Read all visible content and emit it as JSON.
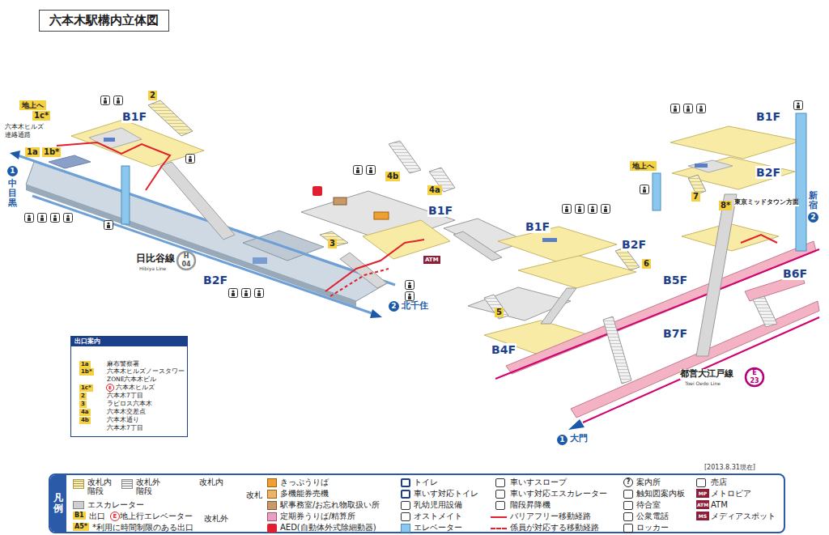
{
  "diagram": {
    "title": "六本木駅構内立体図",
    "nodes": [
      {
        "text": [
          "地上へ"
        ]
      },
      {
        "text": [
          "1c*"
        ]
      },
      {
        "text": [
          "1a"
        ]
      },
      {
        "text": [
          "1b*"
        ]
      },
      {
        "text": [
          "2"
        ]
      },
      {
        "text": [
          "4b"
        ]
      },
      {
        "text": [
          "4a"
        ]
      },
      {
        "text": [
          "3"
        ]
      },
      {
        "text": [
          "6"
        ]
      },
      {
        "text": [
          "5"
        ]
      },
      {
        "text": [
          "地上へ"
        ]
      },
      {
        "text": [
          "7"
        ]
      },
      {
        "text": [
          "8*"
        ]
      },
      {
        "text": [
          "出口案内"
        ]
      },
      {
        "text": [
          "1a"
        ],
        "in": 13
      },
      {
        "text": [
          "1b*"
        ],
        "in": 13
      },
      {
        "text": [
          "1c*"
        ],
        "in": 13
      },
      {
        "text": [
          "2"
        ],
        "in": 13
      },
      {
        "text": [
          "3"
        ],
        "in": 13
      },
      {
        "text": [
          "4a"
        ],
        "in": 13
      },
      {
        "text": [
          "4b"
        ],
        "in": 13
      },
      {
        "text": [
          "凡例"
        ]
      }
    ],
    "labels": [
      "六本木ヒルズ 連絡通路",
      "B1F",
      "1",
      "中目黒",
      "日比谷線",
      "Hibiya Line",
      "H",
      "04",
      "B2F",
      "B1F",
      "ATM",
      "2",
      "北千住",
      "B1F",
      "B2F",
      "B5F",
      "B4F",
      "B7F",
      "B1F",
      "B2F",
      "東京ミッドタウン方面",
      "新宿",
      "2",
      "B6F",
      "都営大江戸線",
      "Toei Oedo Line",
      "E",
      "23",
      "1",
      "大門",
      "[2013.8.31現在]",
      "麻布警察署",
      "六本木ヒルズノースタワー",
      "ZONE六本木ビル",
      "E",
      "六本木ヒルズ",
      "六本木7丁目",
      "ラピロス六本木",
      "六本木交差点",
      "六本木通り",
      "六本木7丁目",
      "改札内",
      "改札",
      "改札外",
      "B1",
      "E",
      "A5*",
      "MP",
      "ATM",
      "MS",
      "?"
    ],
    "legend": [
      {
        "text": "改札内 階段"
      },
      {
        "text": "改札外 階段"
      },
      {
        "text": "エスカレーター"
      },
      {
        "text": "出口"
      },
      {
        "text": "地上行エレベーター"
      },
      {
        "text": "*利用に時間制限のある出口"
      },
      {
        "text": "きっぷうりば"
      },
      {
        "text": "多機能券売機"
      },
      {
        "text": "駅事務室/お忘れ物取扱い所"
      },
      {
        "text": "定期券うりば/精算所"
      },
      {
        "text": "AED(自動体外式除細動器)"
      },
      {
        "text": "トイレ"
      },
      {
        "text": "車いす対応トイレ"
      },
      {
        "text": "乳幼児用設備"
      },
      {
        "text": "オストメイト"
      },
      {
        "text": "エレベーター"
      },
      {
        "text": "車いすスロープ"
      },
      {
        "text": "車いす対応エスカレーター"
      },
      {
        "text": "階段昇降機"
      },
      {
        "text": "バリアフリー移動経路"
      },
      {
        "text": "係員が対応する移動経路"
      },
      {
        "text": "案内所"
      },
      {
        "text": "触知図案内板"
      },
      {
        "text": "待合室"
      },
      {
        "text": "公衆電話"
      },
      {
        "text": "ロッカー"
      },
      {
        "text": "売店"
      },
      {
        "text": "メトロピア"
      },
      {
        "text": "ATM"
      },
      {
        "text": "メディアスポット"
      }
    ]
  }
}
